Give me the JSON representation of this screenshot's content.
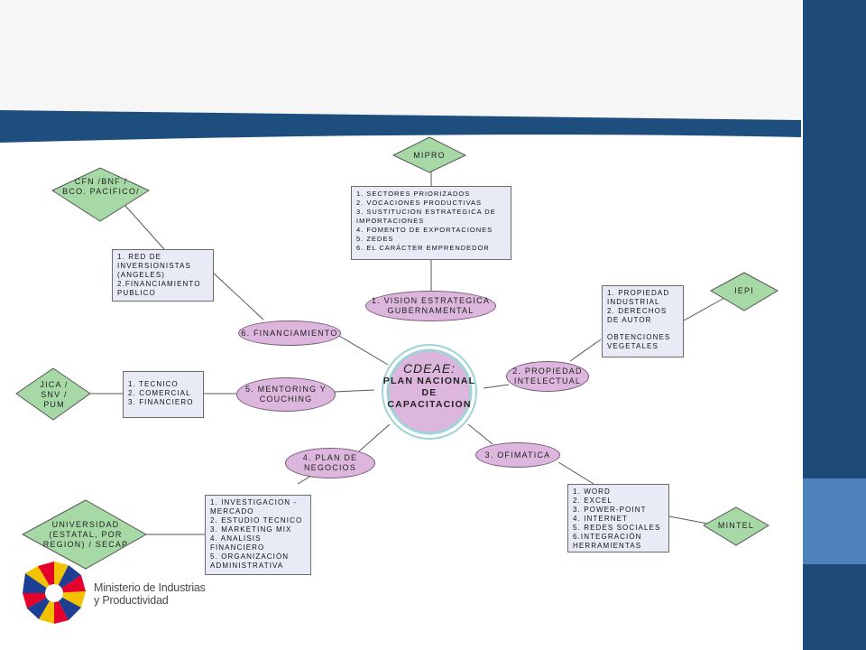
{
  "center": {
    "title": "CDEAE:",
    "line2": "PLAN NACIONAL",
    "line3": "DE",
    "line4": "CAPACITACION"
  },
  "ovals": {
    "vision": [
      "1. VISION ESTRATEGICA",
      "GUBERNAMENTAL"
    ],
    "financiamiento": [
      "6. FINANCIAMIENTO"
    ],
    "mentoring": [
      "5. MENTORING Y",
      "COUCHING"
    ],
    "plan": [
      "4. PLAN DE",
      "NEGOCIOS"
    ],
    "ofimatica": [
      "3. OFIMATICA"
    ],
    "propiedad": [
      "2. PROPIEDAD",
      "INTELECTUAL"
    ]
  },
  "diamonds": {
    "mipro": [
      "MIPRO"
    ],
    "cfn": [
      "CFN /BNF /",
      "BCO. PACIFICO/"
    ],
    "jica": [
      "JICA /",
      "SNV /",
      "PUM"
    ],
    "universidad": [
      "UNIVERSIDAD",
      "(ESTATAL, POR",
      "REGION) / SECAP"
    ],
    "iepi": [
      "IEPI"
    ],
    "mintel": [
      "MINTEL"
    ]
  },
  "boxes": {
    "mipro_list": [
      "1. SECTORES  PRIORIZADOS",
      "2. VOCACIONES PRODUCTIVAS",
      "3. SUSTITUCION ESTRATEGICA DE",
      "IMPORTACIONES",
      "4. FOMENTO DE EXPORTACIONES",
      "5. ZEDES",
      "6. EL CARÁCTER EMPRENDEDOR"
    ],
    "financiamiento_list": [
      "1. RED DE",
      "INVERSIONISTAS",
      "(ANGELES)",
      "2.FINANCIAMIENTO",
      "PUBLICO"
    ],
    "mentoring_list": [
      "1.    TECNICO",
      "2.    COMERCIAL",
      "3.    FINANCIERO"
    ],
    "plan_list": [
      "1. INVESTIGACION -",
      "MERCADO",
      "2. ESTUDIO TECNICO",
      "3. MARKETING MIX",
      "4. ANALISIS",
      "FINANCIERO",
      "5. ORGANIZACIÓN",
      "ADMINISTRATIVA"
    ],
    "ofimatica_list": [
      "1. WORD",
      "2. EXCEL",
      "3. POWER-POINT",
      "4. INTERNET",
      "5. REDES SOCIALES",
      "6.INTEGRACIÓN",
      "HERRAMIENTAS"
    ],
    "propiedad_list": [
      "1. PROPIEDAD",
      "INDUSTRIAL",
      "2. DERECHOS",
      "DE AUTOR",
      "",
      "OBTENCIONES",
      "VEGETALES"
    ]
  },
  "logo": {
    "line1": "Ministerio de Industrias",
    "line2": "y Productividad"
  },
  "colors": {
    "header_band": "#1e4e7e",
    "sidebar_dark": "#1e4a7a",
    "sidebar_light": "#4f81bd",
    "diamond": "#a6d9a6",
    "oval": "#dcb6dc",
    "box": "#e8ebf6",
    "center_ring": "#9fd3d8"
  }
}
